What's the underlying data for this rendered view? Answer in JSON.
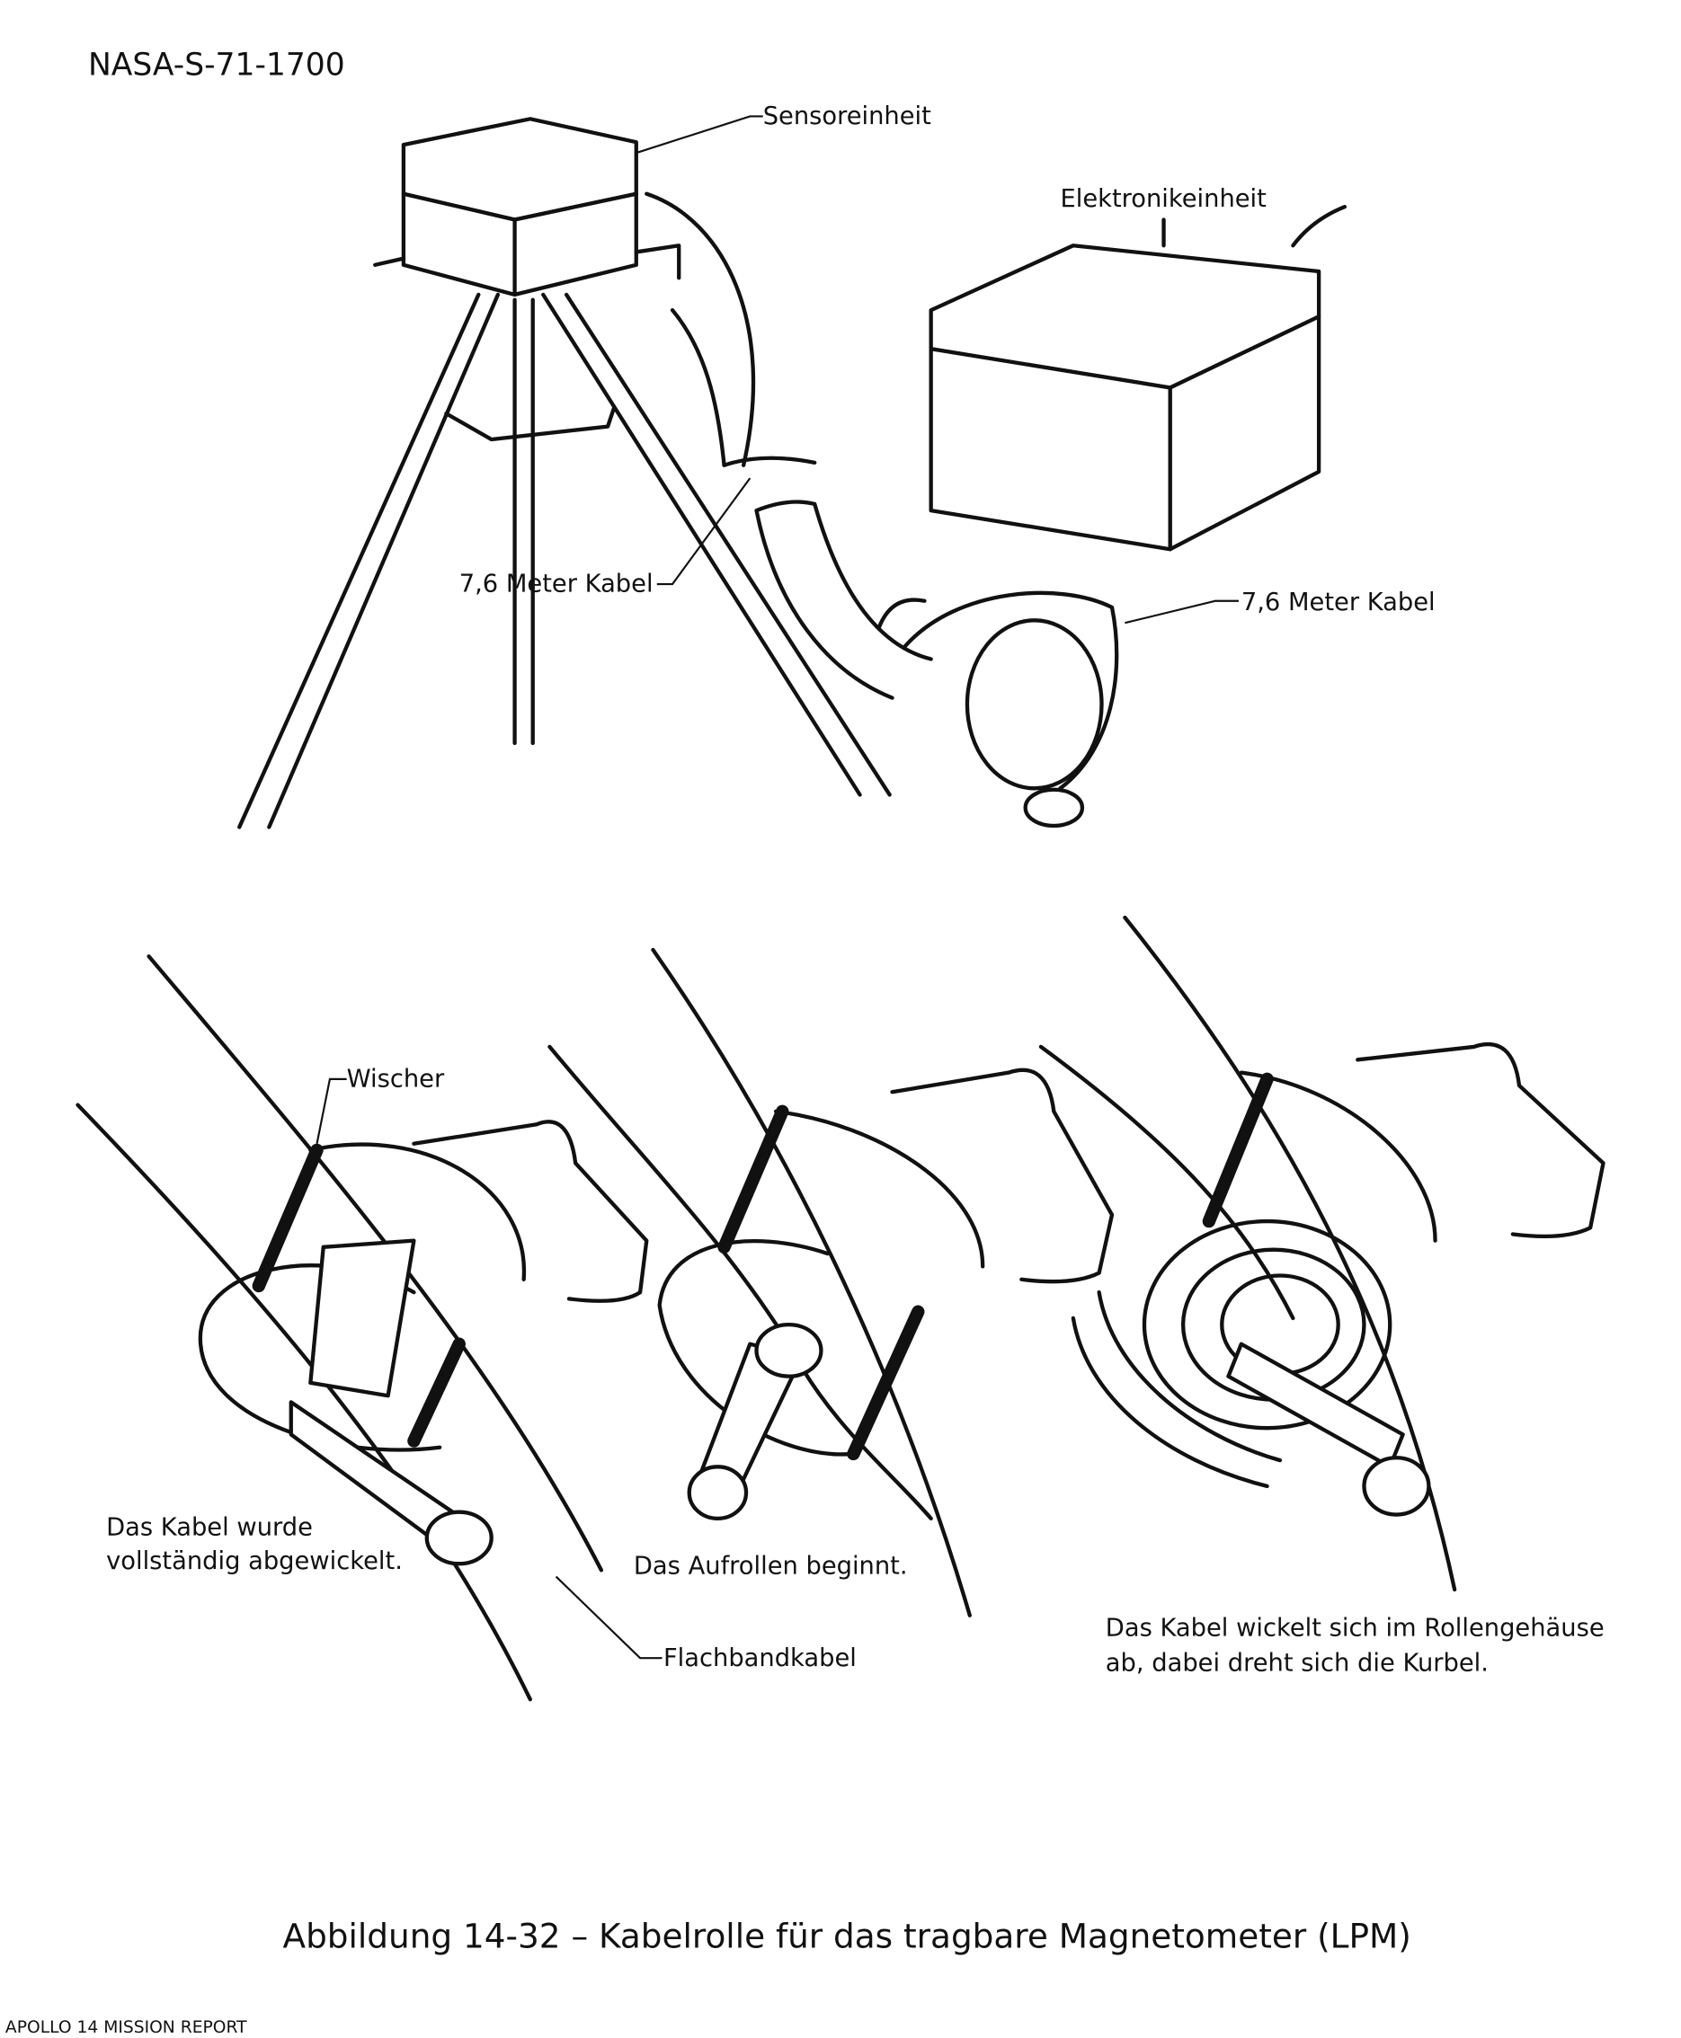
{
  "doc_id": "NASA-S-71-1700",
  "labels": {
    "sensor_unit": "Sensoreinheit",
    "electronics_unit": "Elektronikeinheit",
    "cable_left": "7,6 Meter Kabel",
    "cable_right": "7,6 Meter Kabel",
    "wiper": "Wischer",
    "stage1_line1": "Das Kabel wurde",
    "stage1_line2": "vollständig abgewickelt.",
    "stage2": "Das Aufrollen beginnt.",
    "flat_cable": "Flachbandkabel",
    "stage3_line1": "Das Kabel wickelt sich im Rollengehäuse",
    "stage3_line2": "ab, dabei dreht sich die Kurbel."
  },
  "caption": "Abbildung 14-32 – Kabelrolle für das tragbare Magnetometer (LPM)",
  "footer": "APOLLO 14 MISSION REPORT"
}
